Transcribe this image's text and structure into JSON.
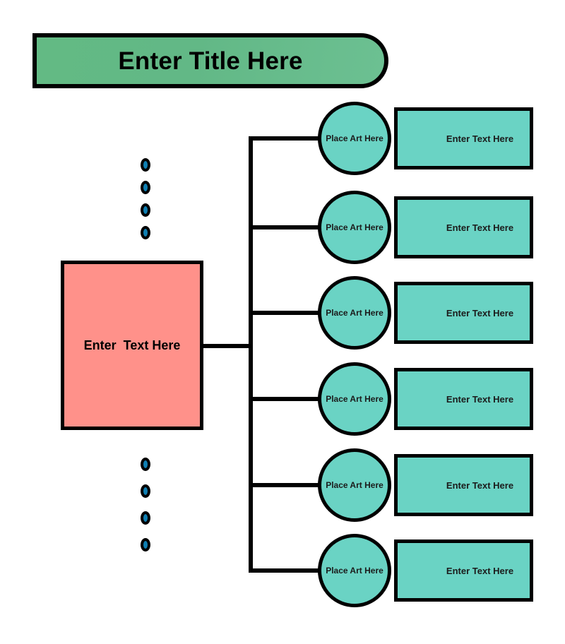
{
  "diagram": {
    "title": {
      "label": "Enter Title Here",
      "fill_start": "#63ba84",
      "fill_end": "#6cc092",
      "stroke": "#000000"
    },
    "root": {
      "label": "Enter  Text Here",
      "fill": "#ff918a",
      "stroke": "#000000"
    },
    "branch": {
      "fill": "#6ad3c4",
      "stroke": "#000000",
      "circle_label": "Place Art Here",
      "rect_label": "Enter Text Here"
    },
    "rows": [
      {
        "circle_label": "Place Art Here",
        "rect_label": "Enter Text Here"
      },
      {
        "circle_label": "Place Art Here",
        "rect_label": "Enter Text Here"
      },
      {
        "circle_label": "Place Art Here",
        "rect_label": "Enter Text Here"
      },
      {
        "circle_label": "Place Art Here",
        "rect_label": "Enter Text Here"
      },
      {
        "circle_label": "Place Art Here",
        "rect_label": "Enter Text Here"
      },
      {
        "circle_label": "Place Art Here",
        "rect_label": "Enter Text Here"
      }
    ],
    "ellipsis": {
      "dot_fill": "#0f7fb2",
      "dot_stroke": "#000000",
      "top_count": 4,
      "bottom_count": 4
    },
    "connector": {
      "stroke": "#000000",
      "width": 6
    }
  }
}
